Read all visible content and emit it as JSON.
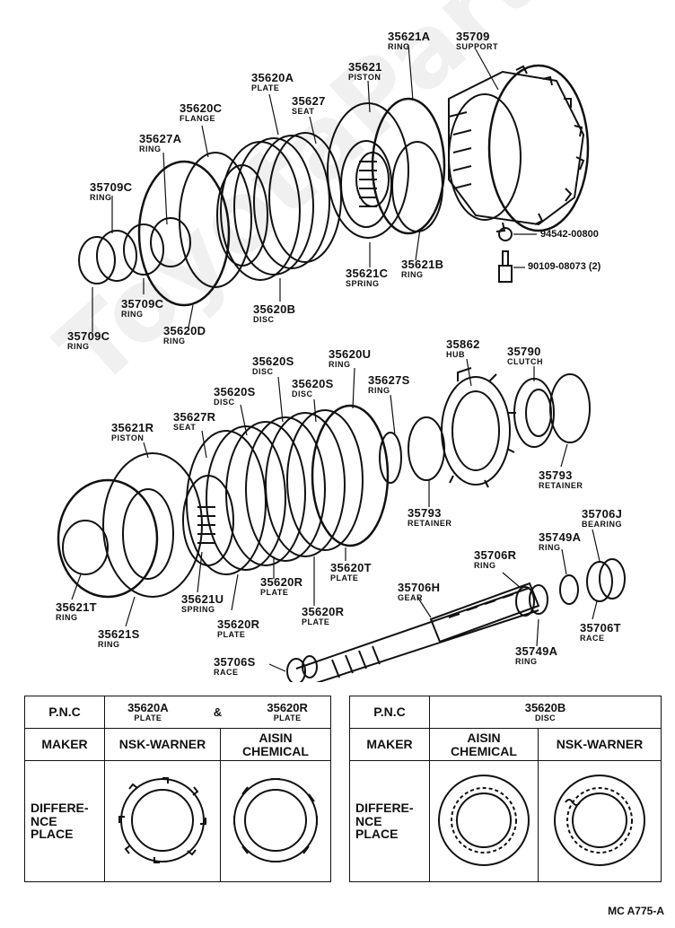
{
  "watermark": "ToyotaPartsMine.ru",
  "labels": [
    {
      "id": "35621A",
      "n": "35621A",
      "d": "RING"
    },
    {
      "id": "35709",
      "n": "35709",
      "d": "SUPPORT"
    },
    {
      "id": "35621",
      "n": "35621",
      "d": "PISTON"
    },
    {
      "id": "35620A",
      "n": "35620A",
      "d": "PLATE"
    },
    {
      "id": "35627",
      "n": "35627",
      "d": "SEAT"
    },
    {
      "id": "35620C",
      "n": "35620C",
      "d": "FLANGE"
    },
    {
      "id": "35627A",
      "n": "35627A",
      "d": "RING"
    },
    {
      "id": "35709C_a",
      "n": "35709C",
      "d": "RING"
    },
    {
      "id": "35709C_b",
      "n": "35709C",
      "d": "RING"
    },
    {
      "id": "35709C_c",
      "n": "35709C",
      "d": "RING"
    },
    {
      "id": "35620D",
      "n": "35620D",
      "d": "RING"
    },
    {
      "id": "35620B",
      "n": "35620B",
      "d": "DISC"
    },
    {
      "id": "35621C",
      "n": "35621C",
      "d": "SPRING"
    },
    {
      "id": "35621B",
      "n": "35621B",
      "d": "RING"
    },
    {
      "id": "35620S_a",
      "n": "35620S",
      "d": "DISC"
    },
    {
      "id": "35620U",
      "n": "35620U",
      "d": "RING"
    },
    {
      "id": "35862",
      "n": "35862",
      "d": "HUB"
    },
    {
      "id": "35790",
      "n": "35790",
      "d": "CLUTCH"
    },
    {
      "id": "35620S_b",
      "n": "35620S",
      "d": "DISC"
    },
    {
      "id": "35620S_c",
      "n": "35620S",
      "d": "DISC"
    },
    {
      "id": "35627S",
      "n": "35627S",
      "d": "RING"
    },
    {
      "id": "35627R",
      "n": "35627R",
      "d": "SEAT"
    },
    {
      "id": "35621R",
      "n": "35621R",
      "d": "PISTON"
    },
    {
      "id": "35793_a",
      "n": "35793",
      "d": "RETAINER"
    },
    {
      "id": "35793_b",
      "n": "35793",
      "d": "RETAINER"
    },
    {
      "id": "35706J",
      "n": "35706J",
      "d": "BEARING"
    },
    {
      "id": "35749A_a",
      "n": "35749A",
      "d": "RING"
    },
    {
      "id": "35706R",
      "n": "35706R",
      "d": "RING"
    },
    {
      "id": "35620T",
      "n": "35620T",
      "d": "PLATE"
    },
    {
      "id": "35620R_a",
      "n": "35620R",
      "d": "PLATE"
    },
    {
      "id": "35620R_b",
      "n": "35620R",
      "d": "PLATE"
    },
    {
      "id": "35620R_c",
      "n": "35620R",
      "d": "PLATE"
    },
    {
      "id": "35621U",
      "n": "35621U",
      "d": "SPRING"
    },
    {
      "id": "35706H",
      "n": "35706H",
      "d": "GEAR"
    },
    {
      "id": "35621T",
      "n": "35621T",
      "d": "RING"
    },
    {
      "id": "35621S",
      "n": "35621S",
      "d": "RING"
    },
    {
      "id": "35706T",
      "n": "35706T",
      "d": "RACE"
    },
    {
      "id": "35749A_b",
      "n": "35749A",
      "d": "RING"
    },
    {
      "id": "35706S",
      "n": "35706S",
      "d": "RACE"
    }
  ],
  "part_numbers": {
    "washer": "94542-00800",
    "bolt": "90109-08073  (2)"
  },
  "table_left": {
    "pnc_label": "P.N.C",
    "pnc_a": "35620A",
    "pnc_a_desc": "PLATE",
    "amp": "&",
    "pnc_b": "35620R",
    "pnc_b_desc": "PLATE",
    "maker_label": "MAKER",
    "maker_1": "NSK-WARNER",
    "maker_2_l1": "AISIN",
    "maker_2_l2": "CHEMICAL",
    "diff_l1": "DIFFERE-",
    "diff_l2": "NCE",
    "diff_l3": "PLACE"
  },
  "table_right": {
    "pnc_label": "P.N.C",
    "pnc": "35620B",
    "pnc_desc": "DISC",
    "maker_label": "MAKER",
    "maker_1_l1": "AISIN",
    "maker_1_l2": "CHEMICAL",
    "maker_2": "NSK-WARNER",
    "diff_l1": "DIFFERE-",
    "diff_l2": "NCE",
    "diff_l3": "PLACE"
  },
  "reference": "MC A775-A"
}
